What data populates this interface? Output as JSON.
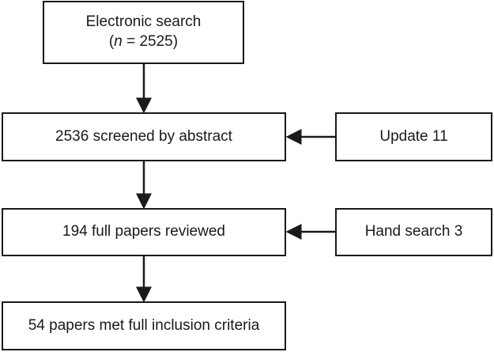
{
  "diagram": {
    "nodes": {
      "electronic_search": {
        "label": "Electronic search",
        "count_prefix": "(",
        "count_var": "n",
        "count_rest": " = 2525)"
      },
      "screened": {
        "label": "2536 screened by abstract"
      },
      "update": {
        "label": "Update 11"
      },
      "full_papers": {
        "label": "194 full papers reviewed"
      },
      "hand_search": {
        "label": "Hand search 3"
      },
      "included": {
        "label": "54 papers met full inclusion criteria"
      }
    },
    "edges": [
      {
        "from": "electronic_search",
        "to": "screened"
      },
      {
        "from": "update",
        "to": "screened"
      },
      {
        "from": "screened",
        "to": "full_papers"
      },
      {
        "from": "hand_search",
        "to": "full_papers"
      },
      {
        "from": "full_papers",
        "to": "included"
      }
    ],
    "colors": {
      "stroke": "#1a1a1a",
      "background": "#ffffff"
    }
  }
}
